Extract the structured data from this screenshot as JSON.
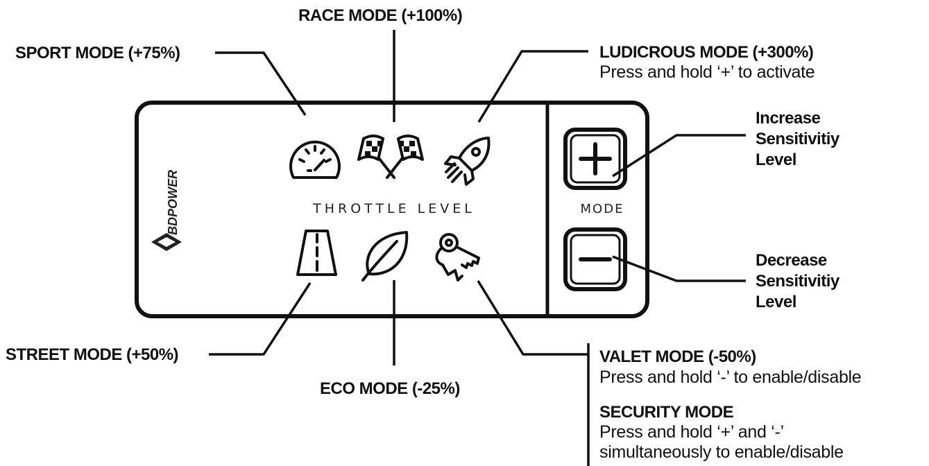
{
  "display": {
    "throttle_label": "THROTTLE LEVEL",
    "mode_label": "MODE",
    "brand": "BDPOWER"
  },
  "modes": {
    "race": {
      "label": "RACE MODE (+100%)"
    },
    "sport": {
      "label": "SPORT MODE (+75%)"
    },
    "ludicrous": {
      "label": "LUDICROUS MODE (+300%)",
      "note": "Press and hold ‘+’ to activate"
    },
    "street": {
      "label": "STREET MODE (+50%)"
    },
    "eco": {
      "label": "ECO MODE (-25%)"
    },
    "valet": {
      "label": "VALET MODE (-50%)",
      "note": "Press and hold ‘-’ to enable/disable"
    },
    "security": {
      "label": "SECURITY MODE",
      "note_line1": "Press and hold ‘+’ and ‘-’",
      "note_line2": "simultaneously to enable/disable"
    }
  },
  "buttons": {
    "increase": {
      "line1": "Increase",
      "line2": "Sensitivitiy",
      "line3": "Level"
    },
    "decrease": {
      "line1": "Decrease",
      "line2": "Sensitivitiy",
      "line3": "Level"
    }
  },
  "colors": {
    "ink": "#111111",
    "background": "#ffffff"
  }
}
